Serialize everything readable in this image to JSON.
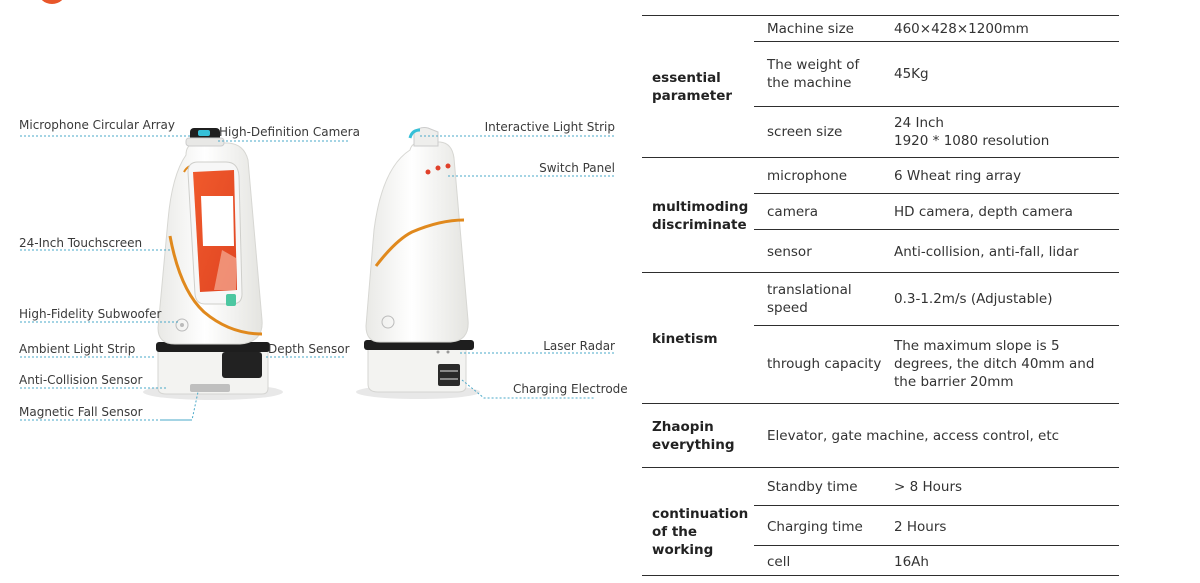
{
  "diagram": {
    "labels": {
      "microphone_array": "Microphone Circular Array",
      "hd_camera": "High-Definition Camera",
      "touchscreen": "24-Inch Touchscreen",
      "subwoofer": "High-Fidelity Subwoofer",
      "ambient_strip": "Ambient Light Strip",
      "depth_sensor": "Depth Sensor",
      "anti_collision": "Anti-Collision Sensor",
      "fall_sensor": "Magnetic Fall Sensor",
      "interactive_strip": "Interactive Light Strip",
      "switch_panel": "Switch Panel",
      "laser_radar": "Laser Radar",
      "charging_electrode": "Charging Electrode"
    },
    "colors": {
      "accent": "#e0891d",
      "leader_line": "#4aa8c8",
      "body": "#f4f4f2",
      "screen_red": "#e6522a"
    }
  },
  "spec": {
    "groups": [
      {
        "category": "essential parameter",
        "rows": [
          {
            "param": "Machine size",
            "value": "460×428×1200mm"
          },
          {
            "param": "The weight of the machine",
            "value": "45Kg"
          },
          {
            "param": "screen size",
            "value_lines": [
              "24 Inch",
              "1920 * 1080 resolution"
            ]
          }
        ]
      },
      {
        "category": "multimoding discriminate",
        "rows": [
          {
            "param": "microphone",
            "value": "6 Wheat ring array"
          },
          {
            "param": "camera",
            "value": "HD camera, depth camera"
          },
          {
            "param": "sensor",
            "value": "Anti-collision, anti-fall, lidar"
          }
        ]
      },
      {
        "category": "kinetism",
        "rows": [
          {
            "param": "translational speed",
            "value": "0.3-1.2m/s (Adjustable)"
          },
          {
            "param": "through capacity",
            "value": "The maximum slope is 5 degrees, the ditch 40mm and the barrier 20mm"
          }
        ]
      },
      {
        "category": "Zhaopin everything",
        "rows": [
          {
            "value": "Elevator, gate machine, access control, etc"
          }
        ]
      },
      {
        "category": "continuation of the working",
        "rows": [
          {
            "param": "Standby time",
            "value": "> 8 Hours"
          },
          {
            "param": "Charging time",
            "value": "2 Hours"
          },
          {
            "param": "cell",
            "value": "16Ah"
          }
        ]
      }
    ]
  }
}
